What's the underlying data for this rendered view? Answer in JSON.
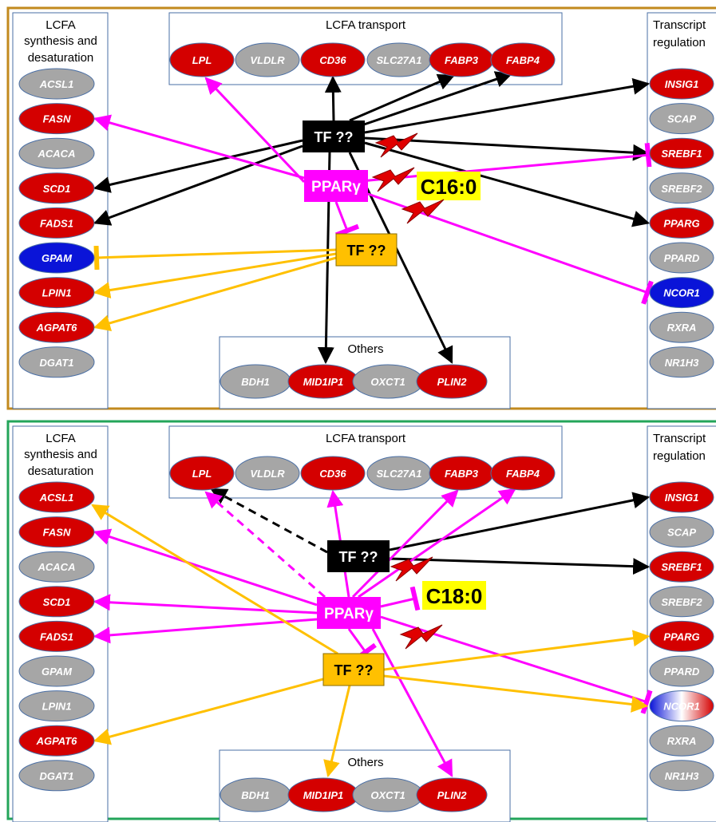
{
  "colors": {
    "panel1_border": "#c28a1e",
    "panel2_border": "#23a55a",
    "upregulated": "#d40000",
    "downregulated": "#0a14d8",
    "unchanged": "#a6a6a6",
    "tf_black": "#000000",
    "ppar": "#ff00ff",
    "tf_orange": "#ffc000",
    "fatty_acid_bg": "#ffff00",
    "arrow_black": "#000000",
    "arrow_magenta": "#ff00ff",
    "arrow_orange": "#ffc000",
    "bolt": "#e00000"
  },
  "group_titles": {
    "synthesis_line1": "LCFA",
    "synthesis_line2": "synthesis and",
    "synthesis_line3": "desaturation",
    "transport": "LCFA transport",
    "regulation_line1": "Transcript",
    "regulation_line2": "regulation",
    "others": "Others"
  },
  "node_labels": {
    "tf_black": "TF ??",
    "ppar": "PPARγ",
    "tf_orange": "TF ??"
  },
  "panel1": {
    "fatty_acid": "C16:0",
    "synthesis": [
      {
        "label": "ACSL1",
        "status": "unchanged"
      },
      {
        "label": "FASN",
        "status": "up"
      },
      {
        "label": "ACACA",
        "status": "unchanged"
      },
      {
        "label": "SCD1",
        "status": "up"
      },
      {
        "label": "FADS1",
        "status": "up"
      },
      {
        "label": "GPAM",
        "status": "down"
      },
      {
        "label": "LPIN1",
        "status": "up"
      },
      {
        "label": "AGPAT6",
        "status": "up"
      },
      {
        "label": "DGAT1",
        "status": "unchanged"
      }
    ],
    "transport": [
      {
        "label": "LPL",
        "status": "up"
      },
      {
        "label": "VLDLR",
        "status": "unchanged"
      },
      {
        "label": "CD36",
        "status": "up"
      },
      {
        "label": "SLC27A1",
        "status": "unchanged"
      },
      {
        "label": "FABP3",
        "status": "up"
      },
      {
        "label": "FABP4",
        "status": "up"
      }
    ],
    "regulation": [
      {
        "label": "INSIG1",
        "status": "up"
      },
      {
        "label": "SCAP",
        "status": "unchanged"
      },
      {
        "label": "SREBF1",
        "status": "up"
      },
      {
        "label": "SREBF2",
        "status": "unchanged"
      },
      {
        "label": "PPARG",
        "status": "up"
      },
      {
        "label": "PPARD",
        "status": "unchanged"
      },
      {
        "label": "NCOR1",
        "status": "down"
      },
      {
        "label": "RXRA",
        "status": "unchanged"
      },
      {
        "label": "NR1H3",
        "status": "unchanged"
      }
    ],
    "others": [
      {
        "label": "BDH1",
        "status": "unchanged"
      },
      {
        "label": "MID1IP1",
        "status": "up"
      },
      {
        "label": "OXCT1",
        "status": "unchanged"
      },
      {
        "label": "PLIN2",
        "status": "up"
      }
    ]
  },
  "panel2": {
    "fatty_acid": "C18:0",
    "synthesis": [
      {
        "label": "ACSL1",
        "status": "up"
      },
      {
        "label": "FASN",
        "status": "up"
      },
      {
        "label": "ACACA",
        "status": "unchanged"
      },
      {
        "label": "SCD1",
        "status": "up"
      },
      {
        "label": "FADS1",
        "status": "up"
      },
      {
        "label": "GPAM",
        "status": "unchanged"
      },
      {
        "label": "LPIN1",
        "status": "unchanged"
      },
      {
        "label": "AGPAT6",
        "status": "up"
      },
      {
        "label": "DGAT1",
        "status": "unchanged"
      }
    ],
    "transport": [
      {
        "label": "LPL",
        "status": "up"
      },
      {
        "label": "VLDLR",
        "status": "unchanged"
      },
      {
        "label": "CD36",
        "status": "up"
      },
      {
        "label": "SLC27A1",
        "status": "unchanged"
      },
      {
        "label": "FABP3",
        "status": "up"
      },
      {
        "label": "FABP4",
        "status": "up"
      }
    ],
    "regulation": [
      {
        "label": "INSIG1",
        "status": "up"
      },
      {
        "label": "SCAP",
        "status": "unchanged"
      },
      {
        "label": "SREBF1",
        "status": "up"
      },
      {
        "label": "SREBF2",
        "status": "unchanged"
      },
      {
        "label": "PPARG",
        "status": "up"
      },
      {
        "label": "PPARD",
        "status": "unchanged"
      },
      {
        "label": "NCOR1",
        "status": "mixed"
      },
      {
        "label": "RXRA",
        "status": "unchanged"
      },
      {
        "label": "NR1H3",
        "status": "unchanged"
      }
    ],
    "others": [
      {
        "label": "BDH1",
        "status": "unchanged"
      },
      {
        "label": "MID1IP1",
        "status": "up"
      },
      {
        "label": "OXCT1",
        "status": "unchanged"
      },
      {
        "label": "PLIN2",
        "status": "up"
      }
    ]
  }
}
